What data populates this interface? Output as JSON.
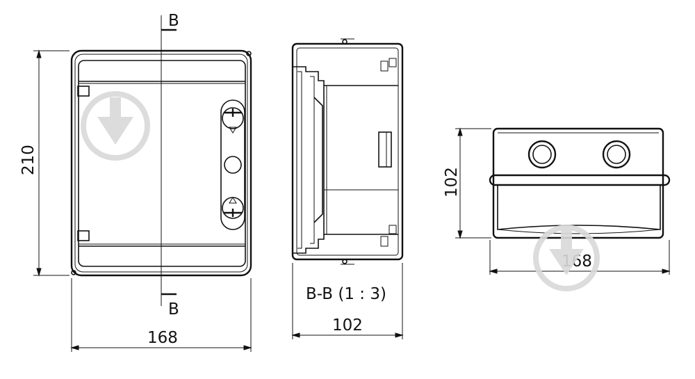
{
  "labels": {
    "section_marker_top": "B",
    "section_marker_bottom": "B",
    "front_height": "210",
    "front_width": "168",
    "section_title": "B-B (1 : 3)",
    "section_width": "102",
    "top_depth": "102",
    "top_width": "168"
  },
  "icons": {
    "watermark": "download-arrow-icon",
    "lock_symbol": "padlock-icon"
  },
  "colors": {
    "line": "#111111",
    "watermark": "#d9d9d9"
  }
}
